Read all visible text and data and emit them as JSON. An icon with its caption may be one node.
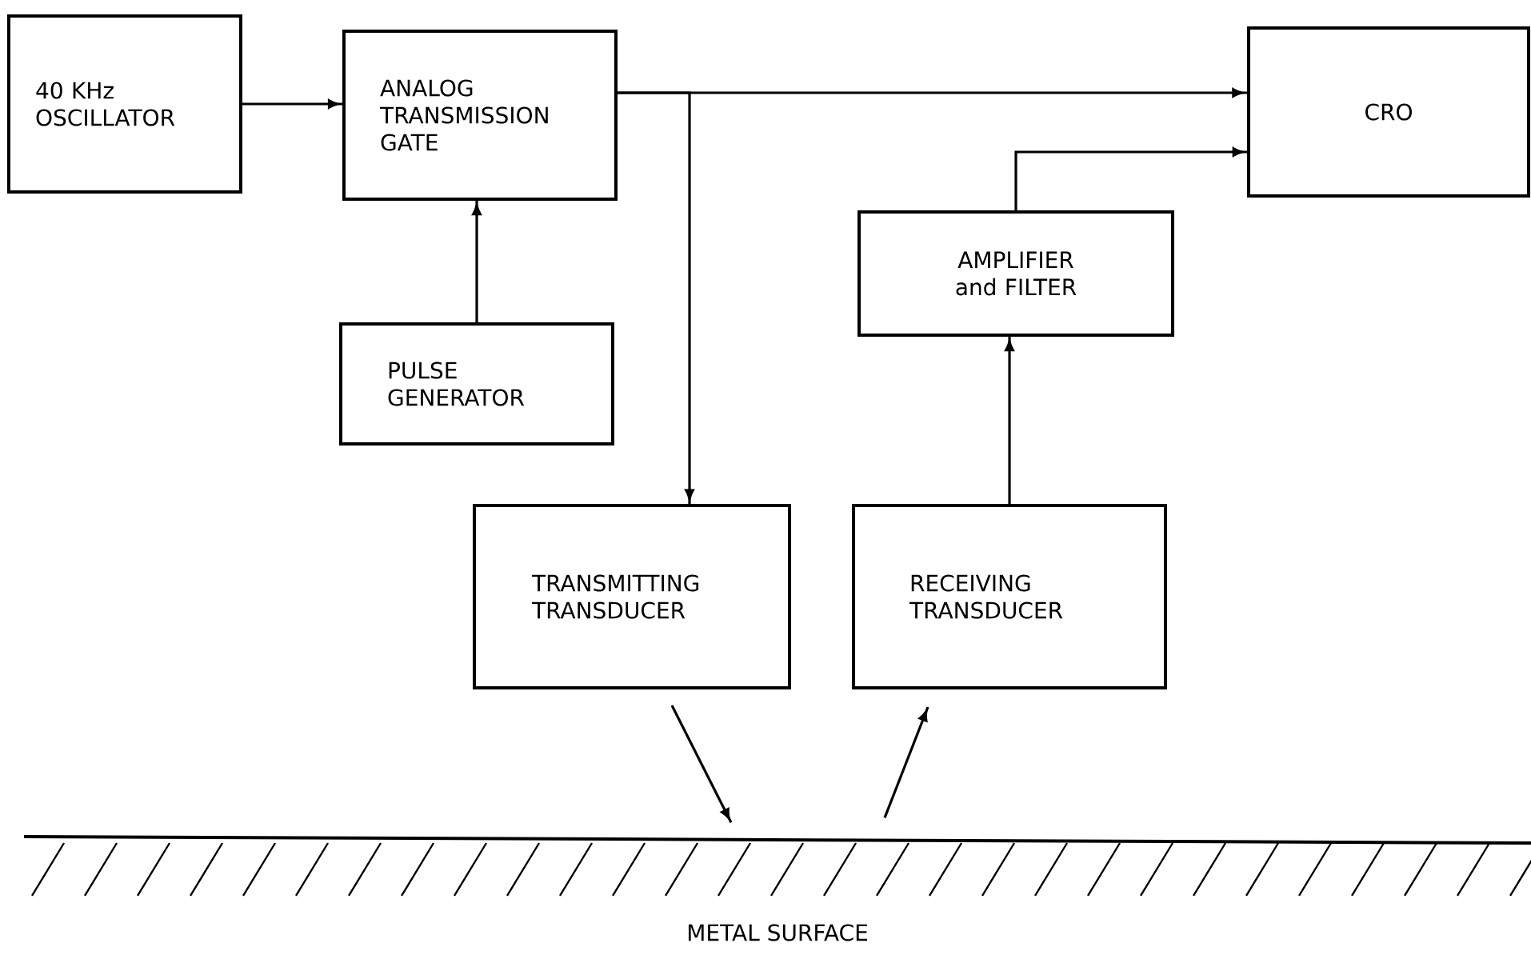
{
  "diagram": {
    "nodes": [
      {
        "text": [
          "40 KHz OSCILLATOR"
        ]
      },
      {
        "text": [
          "ANALOG TRANSMISSION GATE"
        ]
      },
      {
        "text": [
          "CRO"
        ]
      },
      {
        "text": [
          "AMPLIFIER and FILTER"
        ]
      },
      {
        "text": [
          "PULSE GENERATOR"
        ]
      },
      {
        "text": [
          "TRANSMITTING TRANSDUCER"
        ]
      },
      {
        "text": [
          "RECEIVING TRANSDUCER"
        ]
      },
      {
        "text": [
          "METAL SURFACE"
        ]
      }
    ],
    "edges": [
      {
        "from": 0,
        "to": 1,
        "arrow": "to"
      },
      {
        "from": 1,
        "to": 2,
        "arrow": "to"
      },
      {
        "from": 1,
        "to": 5,
        "arrow": "to"
      },
      {
        "from": 4,
        "to": 1,
        "arrow": "to"
      },
      {
        "from": 3,
        "to": 2,
        "arrow": "to"
      },
      {
        "from": 6,
        "to": 3,
        "arrow": "to"
      },
      {
        "from": 5,
        "to": 7,
        "arrow": "to"
      },
      {
        "from": 7,
        "to": 6,
        "arrow": "to"
      }
    ]
  }
}
